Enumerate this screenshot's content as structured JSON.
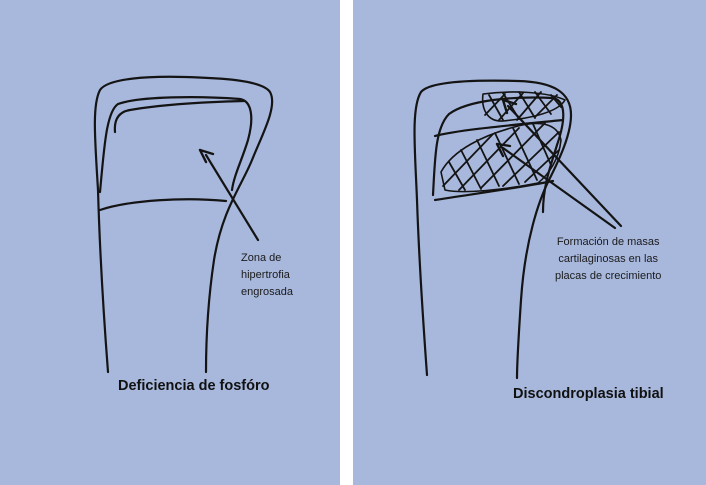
{
  "left_panel": {
    "annotation_lines": [
      "Zona de",
      "hipertrofia",
      "engrosada"
    ],
    "title": "Deficiencia de fosfóro"
  },
  "right_panel": {
    "annotation_lines": [
      "Formación de masas",
      "cartilaginosas en las",
      "placas de crecimiento"
    ],
    "title": "Discondroplasia tibial"
  },
  "colors": {
    "paper": "#a8b8dd",
    "ink": "#141414",
    "divider": "#ffffff"
  }
}
